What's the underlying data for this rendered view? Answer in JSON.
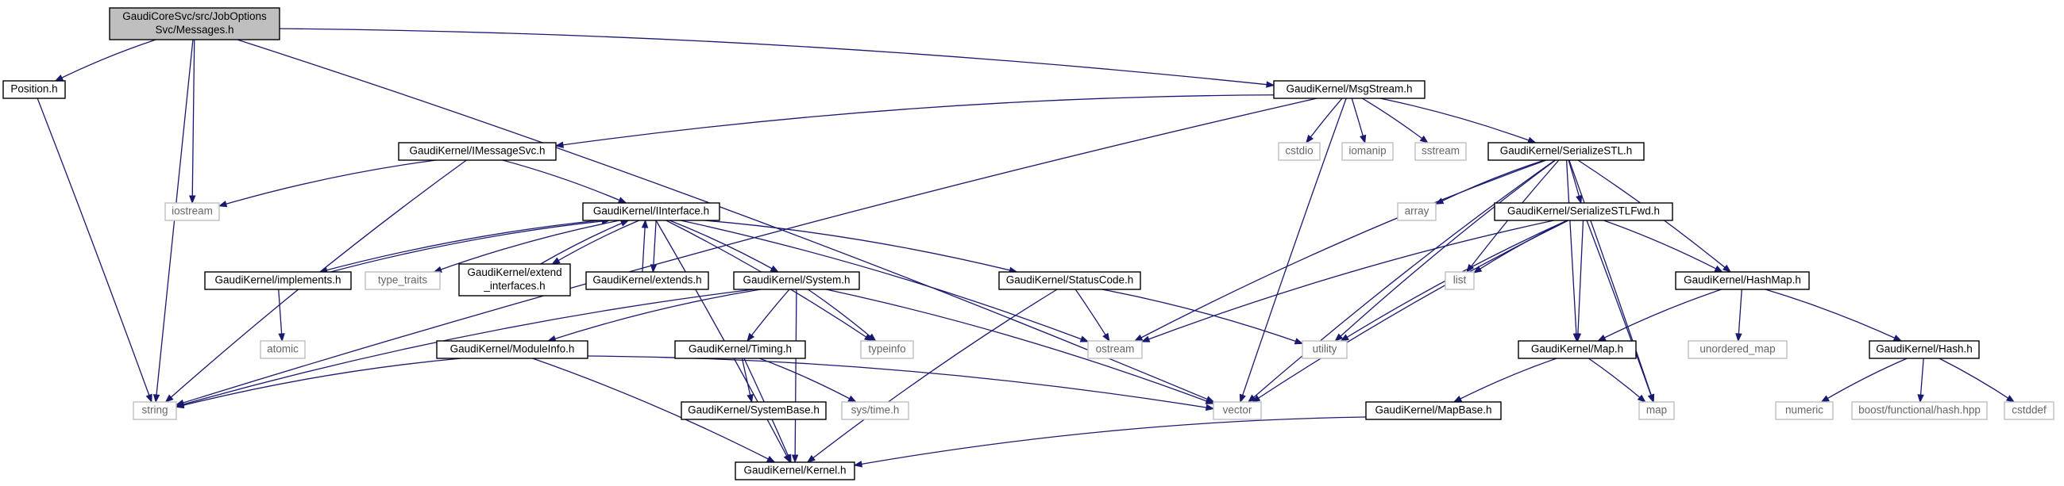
{
  "colors": {
    "edge": "#191970",
    "root_fill": "#bfbfbf",
    "node_border": "#000000",
    "external_border": "#bfbfbf",
    "external_text": "#666666",
    "text": "#000000"
  },
  "nodes": [
    {
      "id": "messages",
      "lines": [
        "GaudiCoreSvc/src/JobOptions",
        "Svc/Messages.h"
      ],
      "kind": "root"
    },
    {
      "id": "position",
      "lines": [
        "Position.h"
      ],
      "kind": "header"
    },
    {
      "id": "msgstream",
      "lines": [
        "GaudiKernel/MsgStream.h"
      ],
      "kind": "header"
    },
    {
      "id": "imessagesvc",
      "lines": [
        "GaudiKernel/IMessageSvc.h"
      ],
      "kind": "header"
    },
    {
      "id": "iinterface",
      "lines": [
        "GaudiKernel/IInterface.h"
      ],
      "kind": "header"
    },
    {
      "id": "implements",
      "lines": [
        "GaudiKernel/implements.h"
      ],
      "kind": "header"
    },
    {
      "id": "extend_interfaces",
      "lines": [
        "GaudiKernel/extend",
        "_interfaces.h"
      ],
      "kind": "header"
    },
    {
      "id": "extends",
      "lines": [
        "GaudiKernel/extends.h"
      ],
      "kind": "header"
    },
    {
      "id": "system",
      "lines": [
        "GaudiKernel/System.h"
      ],
      "kind": "header"
    },
    {
      "id": "moduleinfo",
      "lines": [
        "GaudiKernel/ModuleInfo.h"
      ],
      "kind": "header"
    },
    {
      "id": "timing",
      "lines": [
        "GaudiKernel/Timing.h"
      ],
      "kind": "header"
    },
    {
      "id": "systembase",
      "lines": [
        "GaudiKernel/SystemBase.h"
      ],
      "kind": "header"
    },
    {
      "id": "kernel",
      "lines": [
        "GaudiKernel/Kernel.h"
      ],
      "kind": "header"
    },
    {
      "id": "statuscode",
      "lines": [
        "GaudiKernel/StatusCode.h"
      ],
      "kind": "header"
    },
    {
      "id": "serializestl",
      "lines": [
        "GaudiKernel/SerializeSTL.h"
      ],
      "kind": "header"
    },
    {
      "id": "serializestlfwd",
      "lines": [
        "GaudiKernel/SerializeSTLFwd.h"
      ],
      "kind": "header"
    },
    {
      "id": "hashmap",
      "lines": [
        "GaudiKernel/HashMap.h"
      ],
      "kind": "header"
    },
    {
      "id": "map_h",
      "lines": [
        "GaudiKernel/Map.h"
      ],
      "kind": "header"
    },
    {
      "id": "mapbase",
      "lines": [
        "GaudiKernel/MapBase.h"
      ],
      "kind": "header"
    },
    {
      "id": "hash",
      "lines": [
        "GaudiKernel/Hash.h"
      ],
      "kind": "header"
    },
    {
      "id": "string",
      "lines": [
        "string"
      ],
      "kind": "external"
    },
    {
      "id": "iostream",
      "lines": [
        "iostream"
      ],
      "kind": "external"
    },
    {
      "id": "vector",
      "lines": [
        "vector"
      ],
      "kind": "external"
    },
    {
      "id": "cstdio",
      "lines": [
        "cstdio"
      ],
      "kind": "external"
    },
    {
      "id": "iomanip",
      "lines": [
        "iomanip"
      ],
      "kind": "external"
    },
    {
      "id": "sstream",
      "lines": [
        "sstream"
      ],
      "kind": "external"
    },
    {
      "id": "type_traits",
      "lines": [
        "type_traits"
      ],
      "kind": "external"
    },
    {
      "id": "atomic",
      "lines": [
        "atomic"
      ],
      "kind": "external"
    },
    {
      "id": "typeinfo",
      "lines": [
        "typeinfo"
      ],
      "kind": "external"
    },
    {
      "id": "ostream",
      "lines": [
        "ostream"
      ],
      "kind": "external"
    },
    {
      "id": "utility",
      "lines": [
        "utility"
      ],
      "kind": "external"
    },
    {
      "id": "array",
      "lines": [
        "array"
      ],
      "kind": "external"
    },
    {
      "id": "list",
      "lines": [
        "list"
      ],
      "kind": "external"
    },
    {
      "id": "unordered_map",
      "lines": [
        "unordered_map"
      ],
      "kind": "external"
    },
    {
      "id": "map",
      "lines": [
        "map"
      ],
      "kind": "external"
    },
    {
      "id": "sys_time",
      "lines": [
        "sys/time.h"
      ],
      "kind": "external"
    },
    {
      "id": "numeric",
      "lines": [
        "numeric"
      ],
      "kind": "external"
    },
    {
      "id": "boost_hash",
      "lines": [
        "boost/functional/hash.hpp"
      ],
      "kind": "external"
    },
    {
      "id": "cstddef",
      "lines": [
        "cstddef"
      ],
      "kind": "external"
    }
  ],
  "edges": [
    {
      "from": "messages",
      "to": "position"
    },
    {
      "from": "messages",
      "to": "string"
    },
    {
      "from": "messages",
      "to": "iostream"
    },
    {
      "from": "messages",
      "to": "msgstream"
    },
    {
      "from": "messages",
      "to": "vector"
    },
    {
      "from": "position",
      "to": "string"
    },
    {
      "from": "msgstream",
      "to": "imessagesvc"
    },
    {
      "from": "msgstream",
      "to": "string"
    },
    {
      "from": "msgstream",
      "to": "cstdio"
    },
    {
      "from": "msgstream",
      "to": "iomanip"
    },
    {
      "from": "msgstream",
      "to": "sstream"
    },
    {
      "from": "msgstream",
      "to": "serializestl"
    },
    {
      "from": "msgstream",
      "to": "vector"
    },
    {
      "from": "imessagesvc",
      "to": "iinterface"
    },
    {
      "from": "imessagesvc",
      "to": "iostream"
    },
    {
      "from": "imessagesvc",
      "to": "string"
    },
    {
      "from": "iinterface",
      "to": "implements"
    },
    {
      "from": "iinterface",
      "to": "extend_interfaces"
    },
    {
      "from": "iinterface",
      "to": "extends"
    },
    {
      "from": "iinterface",
      "to": "type_traits"
    },
    {
      "from": "iinterface",
      "to": "system"
    },
    {
      "from": "iinterface",
      "to": "statuscode"
    },
    {
      "from": "iinterface",
      "to": "typeinfo"
    },
    {
      "from": "iinterface",
      "to": "ostream"
    },
    {
      "from": "iinterface",
      "to": "kernel"
    },
    {
      "from": "implements",
      "to": "iinterface"
    },
    {
      "from": "implements",
      "to": "atomic"
    },
    {
      "from": "extend_interfaces",
      "to": "iinterface"
    },
    {
      "from": "extends",
      "to": "iinterface"
    },
    {
      "from": "system",
      "to": "moduleinfo"
    },
    {
      "from": "system",
      "to": "timing"
    },
    {
      "from": "system",
      "to": "string"
    },
    {
      "from": "system",
      "to": "typeinfo"
    },
    {
      "from": "system",
      "to": "vector"
    },
    {
      "from": "system",
      "to": "kernel"
    },
    {
      "from": "moduleinfo",
      "to": "string"
    },
    {
      "from": "moduleinfo",
      "to": "vector"
    },
    {
      "from": "moduleinfo",
      "to": "kernel"
    },
    {
      "from": "timing",
      "to": "systembase"
    },
    {
      "from": "timing",
      "to": "sys_time"
    },
    {
      "from": "timing",
      "to": "kernel"
    },
    {
      "from": "statuscode",
      "to": "ostream"
    },
    {
      "from": "statuscode",
      "to": "utility"
    },
    {
      "from": "statuscode",
      "to": "kernel"
    },
    {
      "from": "serializestl",
      "to": "ostream"
    },
    {
      "from": "serializestl",
      "to": "array"
    },
    {
      "from": "serializestl",
      "to": "list"
    },
    {
      "from": "serializestl",
      "to": "serializestlfwd"
    },
    {
      "from": "serializestl",
      "to": "hashmap"
    },
    {
      "from": "serializestl",
      "to": "map"
    },
    {
      "from": "serializestl",
      "to": "vector"
    },
    {
      "from": "serializestl",
      "to": "utility"
    },
    {
      "from": "serializestl",
      "to": "map_h"
    },
    {
      "from": "serializestlfwd",
      "to": "list"
    },
    {
      "from": "serializestlfwd",
      "to": "hashmap"
    },
    {
      "from": "serializestlfwd",
      "to": "map_h"
    },
    {
      "from": "serializestlfwd",
      "to": "ostream"
    },
    {
      "from": "serializestlfwd",
      "to": "utility"
    },
    {
      "from": "serializestlfwd",
      "to": "vector"
    },
    {
      "from": "serializestlfwd",
      "to": "map"
    },
    {
      "from": "hashmap",
      "to": "unordered_map"
    },
    {
      "from": "hashmap",
      "to": "hash"
    },
    {
      "from": "hashmap",
      "to": "map_h"
    },
    {
      "from": "map_h",
      "to": "mapbase"
    },
    {
      "from": "map_h",
      "to": "map"
    },
    {
      "from": "mapbase",
      "to": "kernel"
    },
    {
      "from": "hash",
      "to": "numeric"
    },
    {
      "from": "hash",
      "to": "boost_hash"
    },
    {
      "from": "hash",
      "to": "cstddef"
    }
  ]
}
